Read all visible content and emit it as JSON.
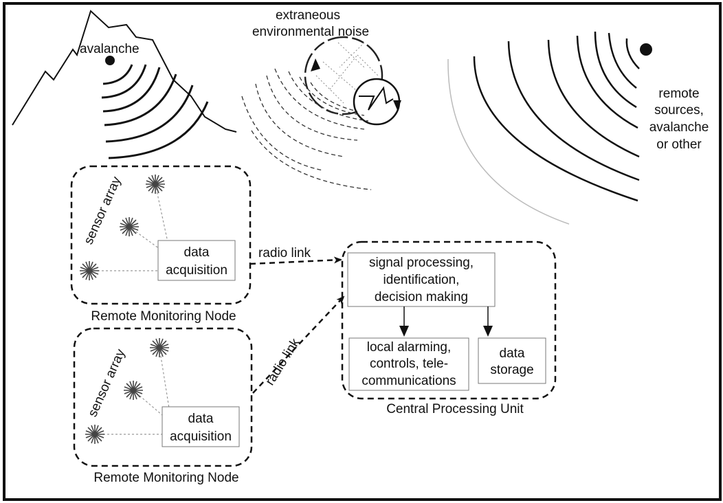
{
  "labels": {
    "avalanche": "avalanche",
    "noise_line1": "extraneous",
    "noise_line2": "environmental noise",
    "remote_line1": "remote",
    "remote_line2": "sources,",
    "remote_line3": "avalanche",
    "remote_line4": "or other",
    "radio_link_1": "radio link",
    "radio_link_2": "radio link"
  },
  "nodes": [
    {
      "sensor_array": "sensor array",
      "acquisition_line1": "data",
      "acquisition_line2": "acquisition",
      "caption": "Remote Monitoring Node"
    },
    {
      "sensor_array": "sensor array",
      "acquisition_line1": "data",
      "acquisition_line2": "acquisition",
      "caption": "Remote Monitoring Node"
    }
  ],
  "cpu": {
    "processing_line1": "signal processing,",
    "processing_line2": "identification,",
    "processing_line3": "decision making",
    "alarming_line1": "local alarming,",
    "alarming_line2": "controls, tele-",
    "alarming_line3": "communications",
    "storage_line1": "data",
    "storage_line2": "storage",
    "caption": "Central Processing Unit"
  }
}
